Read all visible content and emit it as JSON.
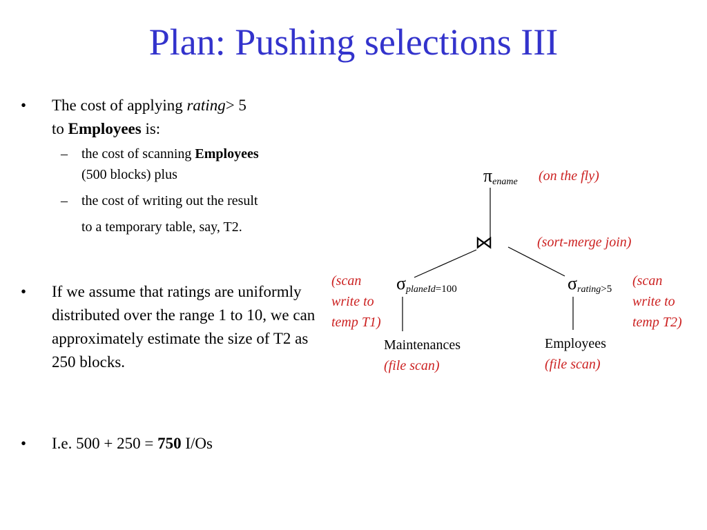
{
  "title": "Plan: Pushing selections III",
  "bullets": {
    "b1": {
      "marker": "•",
      "pre": "The cost of applying ",
      "attr": "rating",
      "op": "> 5",
      "line2_pre": "to ",
      "table": "Employees",
      "line2_post": " is:",
      "subs": [
        {
          "marker": "–",
          "pre": "the cost of scanning ",
          "table": "Employees",
          "post": "(500 blocks) plus"
        },
        {
          "marker": "–",
          "text1": "the cost of writing out the result",
          "text2": "to a temporary table, say, T2."
        }
      ]
    },
    "b2": {
      "marker": "•",
      "text": "If we assume that ratings are uniformly distributed over the range 1 to 10, we can approximately estimate the size of T2 as 250 blocks."
    },
    "b3": {
      "marker": "•",
      "pre": "I.e. 500 + 250 = ",
      "bold": "750",
      "post": " I/Os"
    }
  },
  "diagram": {
    "project": {
      "symbol": "π",
      "sub": "ename",
      "note": "(on the fly)"
    },
    "join": {
      "symbol": "⋈",
      "note": "(sort-merge join)"
    },
    "sel_left": {
      "symbol": "σ",
      "sub": "planeId",
      "cond": "=100",
      "note": [
        "(scan",
        "write to",
        "temp T1)"
      ]
    },
    "sel_right": {
      "symbol": "σ",
      "sub": "rating",
      "cond": ">5",
      "note": [
        "(scan",
        "write to",
        "temp T2)"
      ]
    },
    "leaf_left": {
      "name": "Maintenances",
      "note": "(file scan)"
    },
    "leaf_right": {
      "name": "Employees",
      "note": "(file scan)"
    }
  },
  "colors": {
    "title": "#3333cc",
    "note": "#cc2222"
  }
}
